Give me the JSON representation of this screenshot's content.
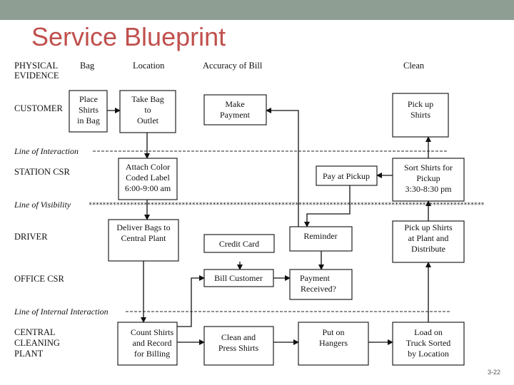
{
  "title": "Service Blueprint",
  "page_number": "3-22",
  "lanes": {
    "physical_evidence": [
      "PHYSICAL",
      "EVIDENCE"
    ],
    "customer": "CUSTOMER",
    "station_csr": "STATION CSR",
    "driver": "DRIVER",
    "office_csr": "OFFICE CSR",
    "central_plant": [
      "CENTRAL",
      "CLEANING",
      "PLANT"
    ]
  },
  "lines": {
    "interaction": "Line of Interaction",
    "visibility": "Line of Visibility",
    "internal": "Line of Internal Interaction"
  },
  "evidence": {
    "bag": "Bag",
    "location": "Location",
    "accuracy": "Accuracy of Bill",
    "clean": "Clean"
  },
  "boxes": {
    "place_shirts": [
      "Place",
      "Shirts",
      "in Bag"
    ],
    "take_bag": [
      "Take Bag",
      "to",
      "Outlet"
    ],
    "make_payment": [
      "Make",
      "Payment"
    ],
    "pick_up_shirts": [
      "Pick up",
      "Shirts"
    ],
    "attach_label": [
      "Attach Color",
      "Coded Label",
      "6:00-9:00 am"
    ],
    "pay_at_pickup": [
      "Pay at Pickup"
    ],
    "sort_shirts": [
      "Sort Shirts for",
      "Pickup",
      "3:30-8:30 pm"
    ],
    "deliver_bags": [
      "Deliver Bags to",
      "Central Plant"
    ],
    "credit_card": [
      "Credit Card"
    ],
    "reminder": [
      "Reminder"
    ],
    "pickup_distribute": [
      "Pick up Shirts",
      "at Plant and",
      "Distribute"
    ],
    "bill_customer": [
      "Bill Customer"
    ],
    "payment_received": [
      "Payment",
      "Received?"
    ],
    "count_shirts": [
      "Count Shirts",
      "and Record",
      "for Billing"
    ],
    "clean_press": [
      "Clean and",
      "Press Shirts"
    ],
    "put_hangers": [
      "Put on",
      "Hangers"
    ],
    "load_truck": [
      "Load on",
      "Truck Sorted",
      "by Location"
    ]
  }
}
